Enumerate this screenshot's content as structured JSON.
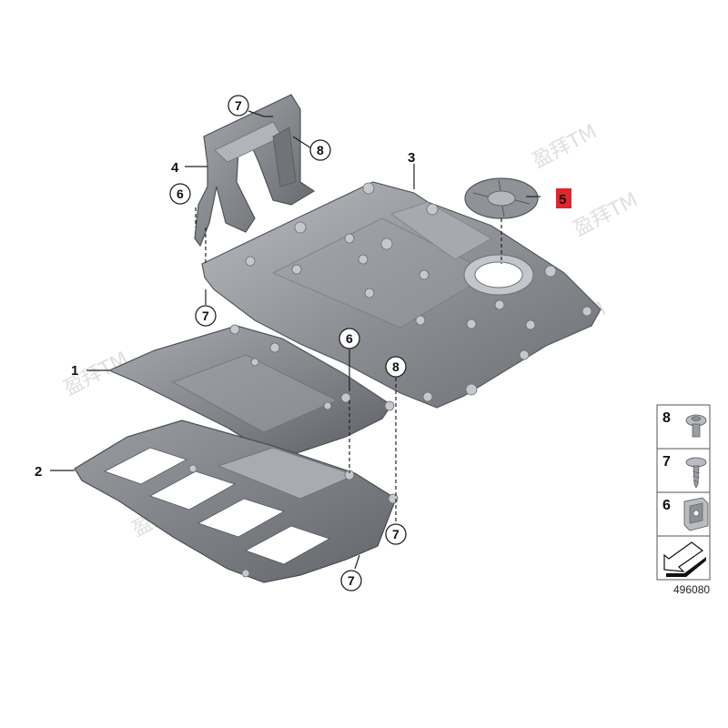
{
  "diagram": {
    "part_labels": [
      "1",
      "2",
      "3",
      "4",
      "5",
      "6",
      "6",
      "7",
      "7",
      "7",
      "7",
      "7",
      "8",
      "8"
    ],
    "highlighted_part": "5",
    "watermark_text": "盈拜TM",
    "legend": {
      "items": [
        {
          "number": "8",
          "icon": "push-rivet-icon"
        },
        {
          "number": "7",
          "icon": "screw-icon"
        },
        {
          "number": "6",
          "icon": "clip-nut-icon"
        }
      ],
      "arrow_icon": "direction-arrow-icon"
    },
    "reference_number": "496080",
    "colors": {
      "panel": "#8a8d92",
      "panel_dark": "#5f6368",
      "highlight": "#e0262c"
    }
  }
}
